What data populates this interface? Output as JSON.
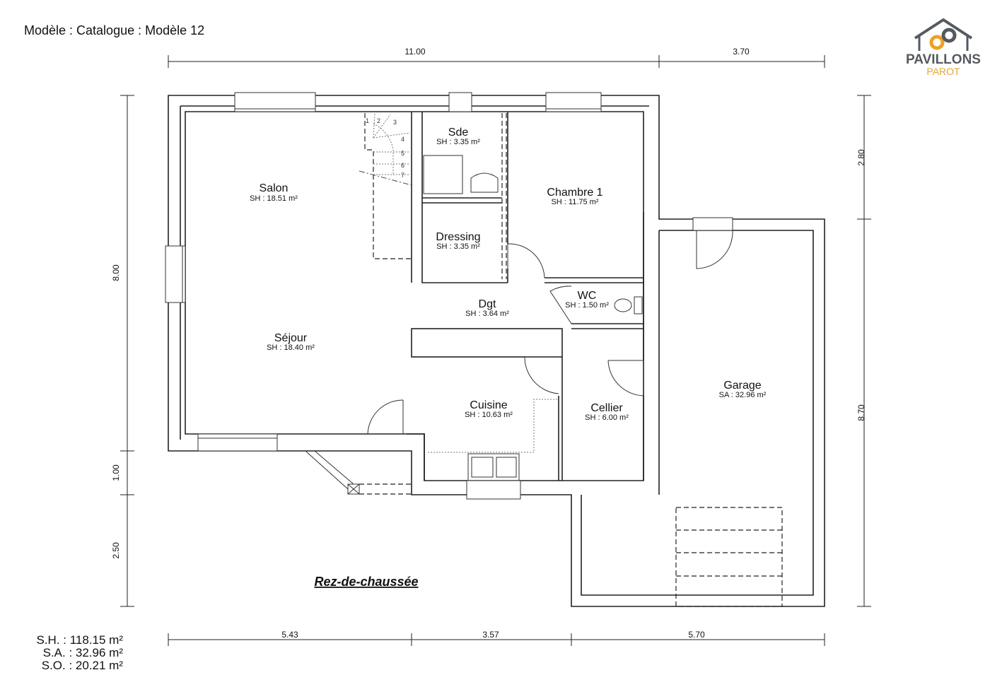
{
  "header": {
    "title": "Modèle : Catalogue : Modèle 12"
  },
  "logo": {
    "line1": "PAVILLONS",
    "line2": "PAROT",
    "colors": {
      "grey": "#555a60",
      "orange": "#f0a020"
    }
  },
  "level_label": "Rez-de-chaussée",
  "rooms": [
    {
      "name": "Salon",
      "area": "SH : 18.51 m²"
    },
    {
      "name": "Séjour",
      "area": "SH : 18.40 m²"
    },
    {
      "name": "Sde",
      "area": "SH : 3.35 m²"
    },
    {
      "name": "Dressing",
      "area": "SH : 3.35 m²"
    },
    {
      "name": "Chambre 1",
      "area": "SH : 11.75 m²"
    },
    {
      "name": "Dgt",
      "area": "SH : 3.64 m²"
    },
    {
      "name": "WC",
      "area": "SH : 1.50 m²"
    },
    {
      "name": "Cuisine",
      "area": "SH : 10.63 m²"
    },
    {
      "name": "Cellier",
      "area": "SH : 6.00 m²"
    },
    {
      "name": "Garage",
      "area": "SA : 32.96 m²"
    }
  ],
  "dimensions": {
    "top": [
      "11.00",
      "3.70"
    ],
    "bottom": [
      "5.43",
      "3.57",
      "5.70"
    ],
    "left": [
      "8.00",
      "1.00",
      "2.50"
    ],
    "right": [
      "2.80",
      "8.70"
    ]
  },
  "stairs": [
    "1",
    "2",
    "3",
    "4",
    "5",
    "6",
    "7"
  ],
  "totals": [
    "S.H. : 118.15 m²",
    "S.A. : 32.96 m²",
    "S.O. : 20.21 m²"
  ]
}
